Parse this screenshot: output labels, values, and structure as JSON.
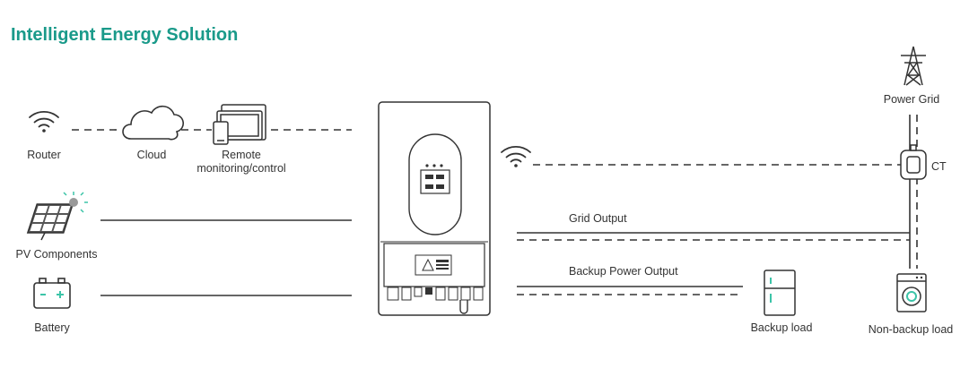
{
  "title": "Intelligent Energy Solution",
  "nodes": {
    "router": "Router",
    "cloud": "Cloud",
    "remote_line1": "Remote",
    "remote_line2": "monitoring/control",
    "pv": "PV Components",
    "battery": "Battery",
    "power_grid": "Power Grid",
    "ct": "CT",
    "backup_load": "Backup load",
    "non_backup_load": "Non-backup load"
  },
  "links": {
    "grid_output": "Grid Output",
    "backup_output": "Backup Power Output"
  },
  "colors": {
    "accent": "#1a9a8a",
    "line": "#333333",
    "sun": "#3cc4a8"
  }
}
